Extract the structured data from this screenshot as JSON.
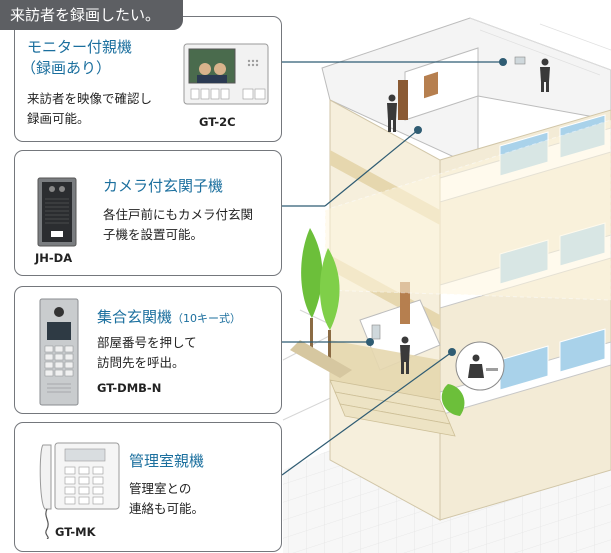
{
  "header": {
    "text": "来訪者を録画したい。"
  },
  "cards": {
    "monitor": {
      "title_line1": "モニター付親機",
      "title_line2": "（録画あり）",
      "desc_line1": "来訪者を映像で確認し",
      "desc_line2": "録画可能。",
      "model": "GT-2C"
    },
    "camera": {
      "title": "カメラ付玄関子機",
      "desc_line1": "各住戸前にもカメラ付玄関",
      "desc_line2": "子機を設置可能。",
      "model": "JH-DA"
    },
    "entrance": {
      "title": "集合玄関機",
      "title_note": "（10キー式）",
      "desc_line1": "部屋番号を押して",
      "desc_line2": "訪問先を呼出。",
      "model": "GT-DMB-N"
    },
    "manager": {
      "title": "管理室親機",
      "desc_line1": "管理室との",
      "desc_line2": "連絡も可能。",
      "model": "GT-MK"
    }
  },
  "colors": {
    "title_blue": "#1b6f9e",
    "card_border": "#74777c",
    "header_bg": "#5d5f63",
    "wall_cream": "#f3ebd6",
    "floor_tan": "#e6d7ae",
    "window_blue": "#a9d2ea",
    "door_brown": "#b67f4f",
    "tree_green": "#6cbf3a",
    "line_dark": "#2f5c73"
  }
}
